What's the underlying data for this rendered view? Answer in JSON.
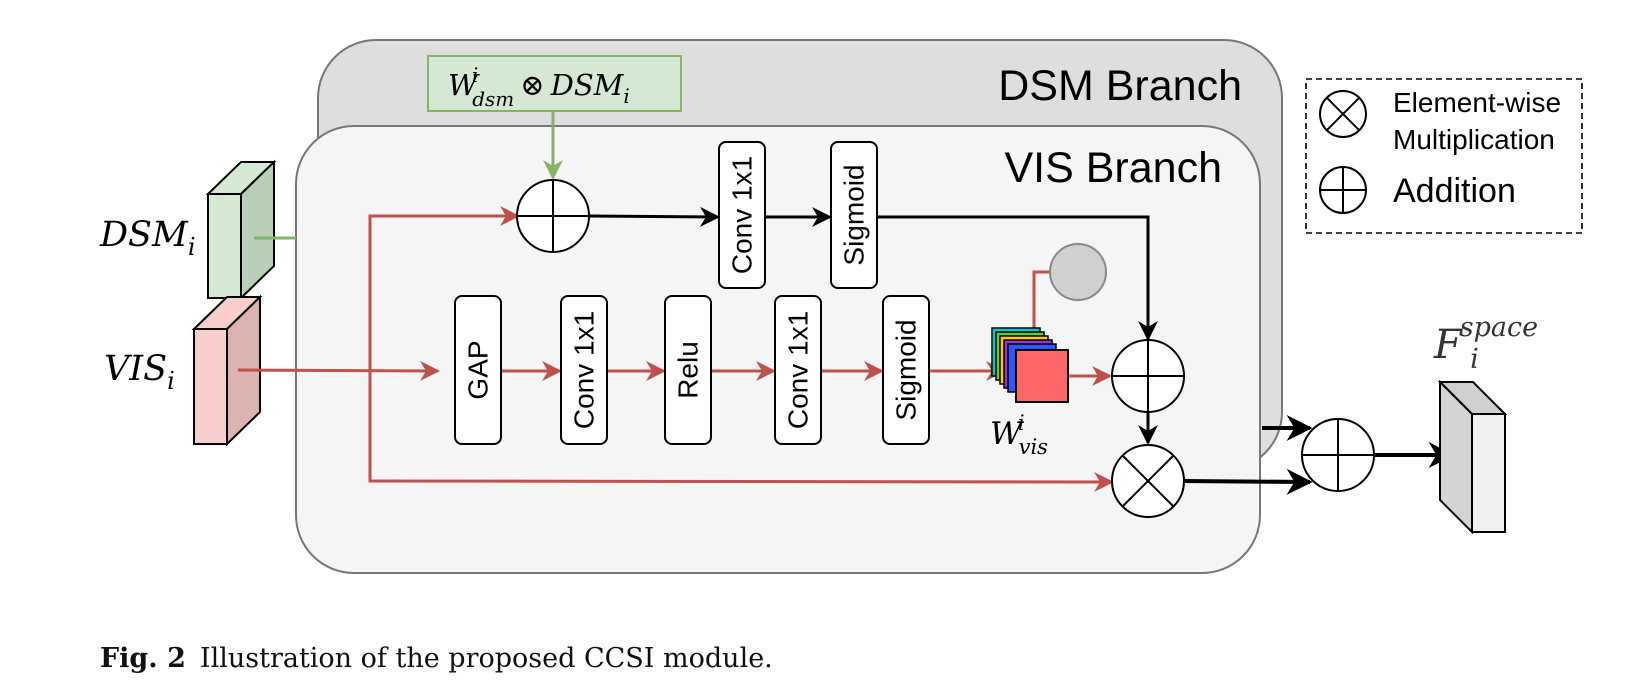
{
  "branches": {
    "dsm_title": "DSM Branch",
    "vis_title": "VIS Branch"
  },
  "legend": {
    "multiply_line1": "Element-wise",
    "multiply_line2": "Multiplication",
    "addition": "Addition"
  },
  "inputs": {
    "dsm_base": "DSM",
    "dsm_sub": "i",
    "vis_base": "VIS",
    "vis_sub": "i"
  },
  "dsm_weight_box": {
    "w_base": "W",
    "w_sup": "i",
    "w_sub": "dsm",
    "operator": "⊗",
    "dsm_base": "DSM",
    "dsm_sub": "i"
  },
  "attention_blocks": {
    "top_conv": "Conv 1x1",
    "top_sigmoid": "Sigmoid",
    "gap": "GAP",
    "conv1": "Conv 1x1",
    "relu": "Relu",
    "conv2": "Conv 1x1",
    "sigmoid": "Sigmoid"
  },
  "weights_label": {
    "base": "W",
    "sup": "i",
    "sub": "vis"
  },
  "output_label": {
    "base": "F",
    "sup": "space",
    "sub": "i"
  },
  "caption": {
    "label": "Fig. 2",
    "text": "Illustration of the proposed CCSI module."
  },
  "colors": {
    "red_arrow": "#c0504d",
    "green_arrow": "#82b366",
    "black_arrow": "#000000",
    "dsm_panel": "#dedede",
    "vis_panel": "#f5f5f5",
    "green_box_fill": "#d5e8d4",
    "dsm_cube": "#d5e8d4",
    "vis_cube": "#f8cecc",
    "output_cube": "#eeeeee"
  }
}
